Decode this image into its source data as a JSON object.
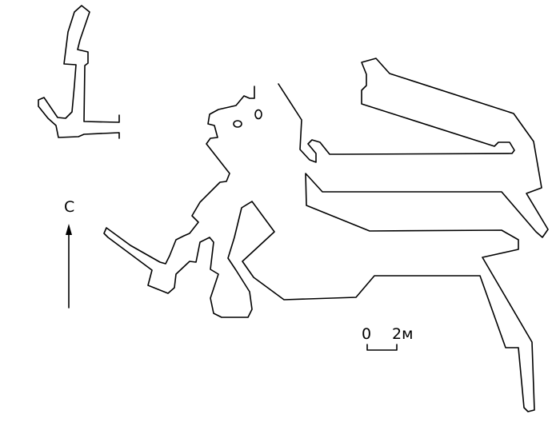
{
  "north_label": "С",
  "scale": {
    "start_label": "0",
    "end_label": "2м"
  },
  "colors": {
    "line": "#000000",
    "background": "#ffffff"
  }
}
